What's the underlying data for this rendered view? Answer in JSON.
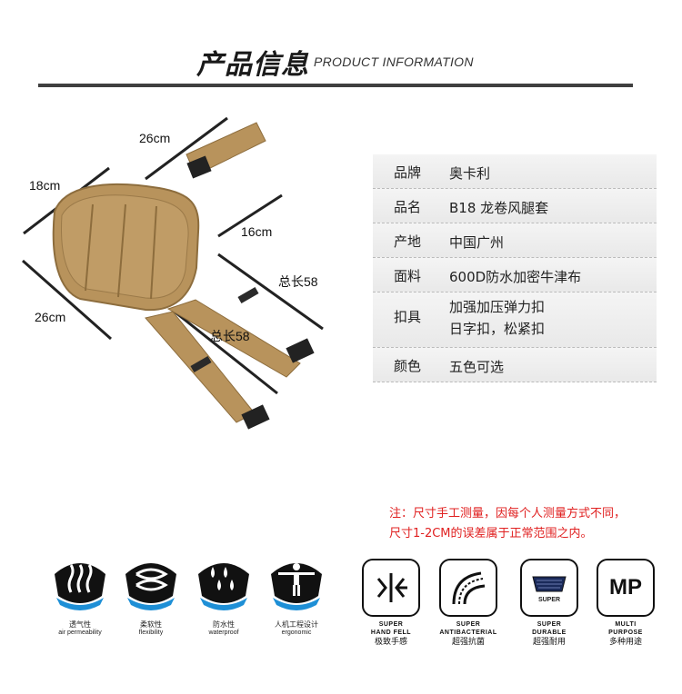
{
  "header": {
    "title_cn": "产品信息",
    "title_en": "PRODUCT INFORMATION"
  },
  "dimensions": {
    "top_width": "26cm",
    "height": "18cm",
    "strap_width": "16cm",
    "bottom_width": "26cm",
    "strap1_length": "总长58",
    "strap2_length": "总长58"
  },
  "info": {
    "rows": [
      {
        "key": "品牌",
        "value": "奥卡利"
      },
      {
        "key": "品名",
        "value": "B18 龙卷风腿套"
      },
      {
        "key": "产地",
        "value": "中国广州"
      },
      {
        "key": "面料",
        "value": "600D防水加密牛津布"
      },
      {
        "key": "扣具",
        "value": "加强加压弹力扣",
        "value2": "日字扣，松紧扣"
      },
      {
        "key": "颜色",
        "value": "五色可选"
      }
    ]
  },
  "note": {
    "line1": "注：尺寸手工测量，因每个人测量方式不同，",
    "line2": "尺寸1-2CM的误差属于正常范围之内。"
  },
  "features": [
    {
      "cn": "透气性",
      "en": "air permeability",
      "icon": "air-permeability-icon"
    },
    {
      "cn": "柔软性",
      "en": "flexibility",
      "icon": "flexibility-icon"
    },
    {
      "cn": "防水性",
      "en": "waterproof",
      "icon": "waterproof-icon"
    },
    {
      "cn": "人机工程设计",
      "en": "ergonomic",
      "icon": "ergonomic-icon"
    }
  ],
  "super_features": [
    {
      "l1": "SUPER",
      "l2": "HAND FELL",
      "cn": "极致手感",
      "icon": "hand-feel-icon"
    },
    {
      "l1": "SUPER",
      "l2": "ANTIBACTERIAL",
      "cn": "超强抗菌",
      "icon": "antibacterial-icon"
    },
    {
      "l1": "SUPER",
      "l2": "DURABLE",
      "cn": "超强耐用",
      "icon": "durable-icon",
      "badge": "SUPER"
    },
    {
      "l1": "MULTI",
      "l2": "PURPOSE",
      "cn": "多种用途",
      "icon": "multi-purpose-icon",
      "badge": "MP"
    }
  ],
  "colors": {
    "tan": "#b8935c",
    "note_red": "#e02020",
    "badge_blue": "#1e8fd6"
  }
}
